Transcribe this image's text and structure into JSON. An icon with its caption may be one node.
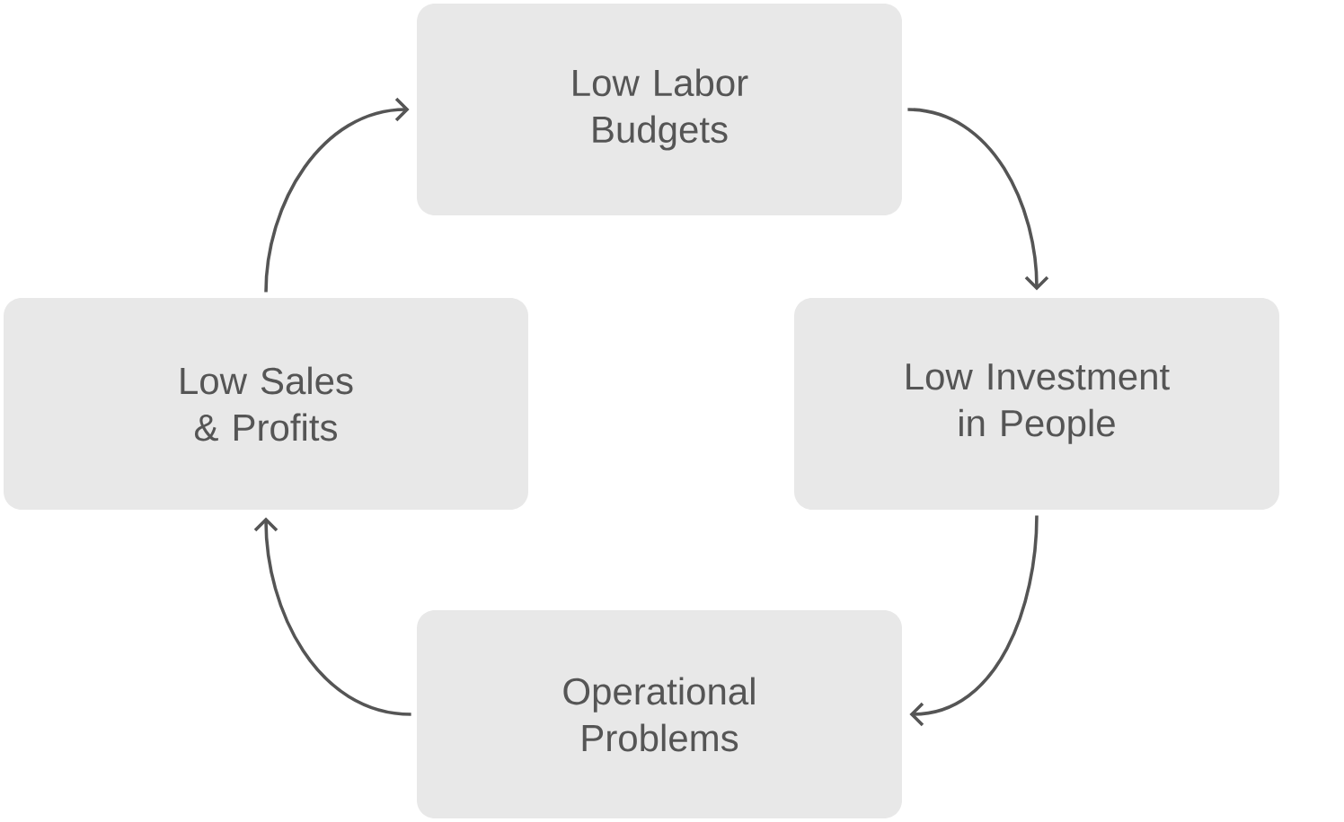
{
  "diagram": {
    "nodes": [
      {
        "text": [
          "Low Labor Budgets"
        ]
      },
      {
        "text": [
          "Low Investment in People"
        ]
      },
      {
        "text": [
          "Operational Problems"
        ]
      },
      {
        "text": [
          "Low Sales & Profits"
        ]
      }
    ],
    "edges": [
      {
        "from": 0,
        "to": 1,
        "arrow": "to"
      },
      {
        "from": 1,
        "to": 2,
        "arrow": "to"
      },
      {
        "from": 2,
        "to": 3,
        "arrow": "to"
      },
      {
        "from": 3,
        "to": 0,
        "arrow": "to"
      }
    ]
  }
}
